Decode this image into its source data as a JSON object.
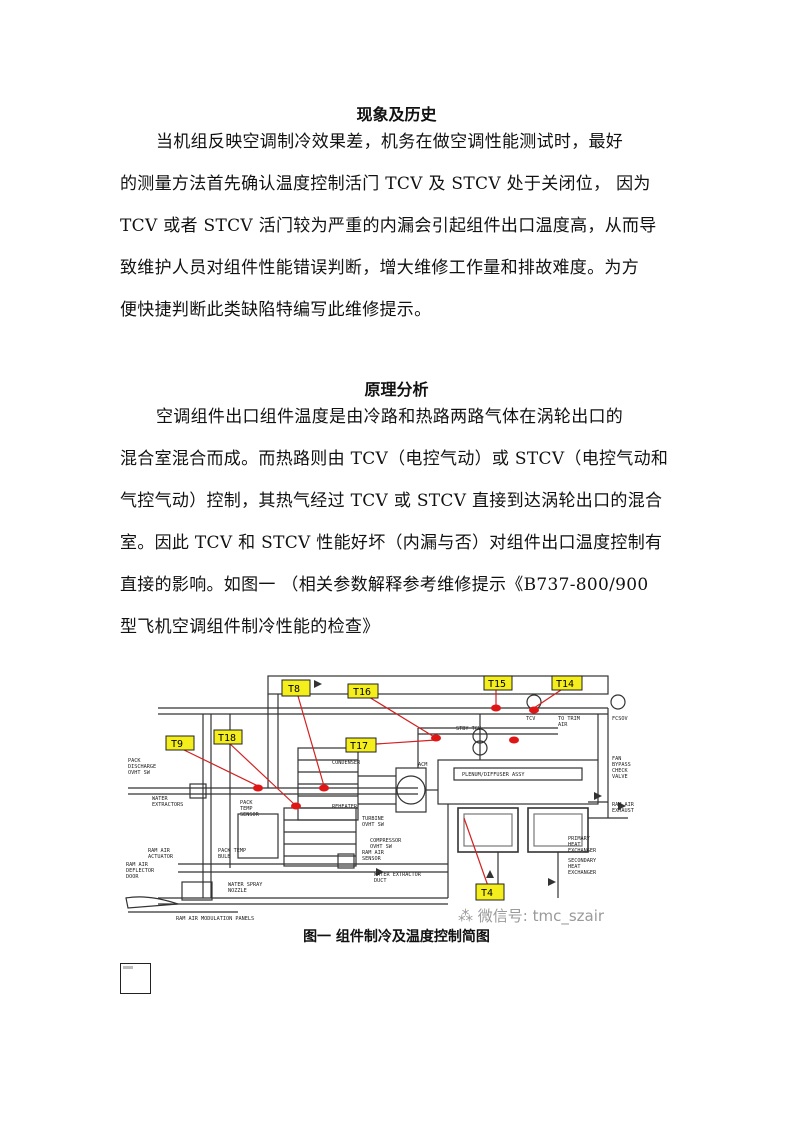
{
  "sections": [
    {
      "heading": "现象及历史",
      "lines": [
        "当机组反映空调制冷效果差，机务在做空调性能测试时，最好",
        "的测量方法首先确认温度控制活门 TCV 及 STCV 处于关闭位，  因为",
        "TCV 或者 STCV 活门较为严重的内漏会引起组件出口温度高，从而导",
        "致维护人员对组件性能错误判断，增大维修工作量和排故难度。为方",
        "便快捷判断此类缺陷特编写此维修提示。"
      ]
    },
    {
      "heading": "原理分析",
      "lines": [
        "空调组件出口组件温度是由冷路和热路两路气体在涡轮出口的",
        "混合室混合而成。而热路则由 TCV（电控气动）或 STCV（电控气动和",
        "气控气动）控制，其热气经过 TCV 或 STCV 直接到达涡轮出口的混合",
        "室。因此 TCV 和 STCV 性能好坏（内漏与否）对组件出口温度控制有",
        "直接的影响。如图一 （相关参数解释参考维修提示《B737-800/900",
        "型飞机空调组件制冷性能的检查》"
      ]
    }
  ],
  "figure": {
    "caption": "图一  组件制冷及温度控制简图",
    "watermark": "微信号: tmc_szair",
    "sensor_tags": [
      "T8",
      "T16",
      "T15",
      "T14",
      "T9",
      "T18",
      "T17",
      "T4"
    ],
    "component_labels": {
      "pack_discharge": [
        "PACK",
        "DISCHARGE",
        "OVHT SW"
      ],
      "water_extractors": [
        "WATER",
        "EXTRACTORS"
      ],
      "pack_temp_sensor": [
        "PACK",
        "TEMP",
        "SENSOR"
      ],
      "pack_temp_bulb": [
        "PACK TEMP",
        "BULB"
      ],
      "ram_air_actuator": [
        "RAM AIR",
        "ACTUATOR"
      ],
      "ram_air_deflector": [
        "RAM AIR",
        "DEFLECTOR",
        "DOOR"
      ],
      "water_spray_nozzle": [
        "WATER SPRAY",
        "NOZZLE"
      ],
      "ram_air_modulation": "RAM AIR MODULATION PANELS",
      "condenser": "CONDENSER",
      "reheater": "REHEATER",
      "turbine_ovht": [
        "TURBINE",
        "OVHT SW"
      ],
      "compressor_ovht": [
        "COMPRESSOR",
        "OVHT SW"
      ],
      "ram_air_sensor": [
        "RAM AIR",
        "SENSOR"
      ],
      "water_extractor_duct": [
        "WATER EXTRACTOR",
        "DUCT"
      ],
      "acm": "ACM",
      "plenum": "PLENUM/DIFFUSER ASSY",
      "stby_tcv": "STBY TCV",
      "tcv": "TCV",
      "to_trim_air": [
        "TO TRIM",
        "AIR"
      ],
      "fcsov": "FCSOV",
      "fan_bypass": [
        "FAN",
        "BYPASS",
        "CHECK",
        "VALVE"
      ],
      "ram_air_exhaust": [
        "RAM AIR",
        "EXHAUST"
      ],
      "primary_hx": [
        "PRIMARY",
        "HEAT",
        "EXCHANGER"
      ],
      "secondary_hx": [
        "SECONDARY",
        "HEAT",
        "EXCHANGER"
      ]
    },
    "colors": {
      "tag_fill": "#f4ee1c",
      "marker": "#e01616",
      "leader": "#d42020",
      "line": "#333333"
    }
  },
  "thumbnail": {
    "icon": "image-placeholder-icon"
  }
}
